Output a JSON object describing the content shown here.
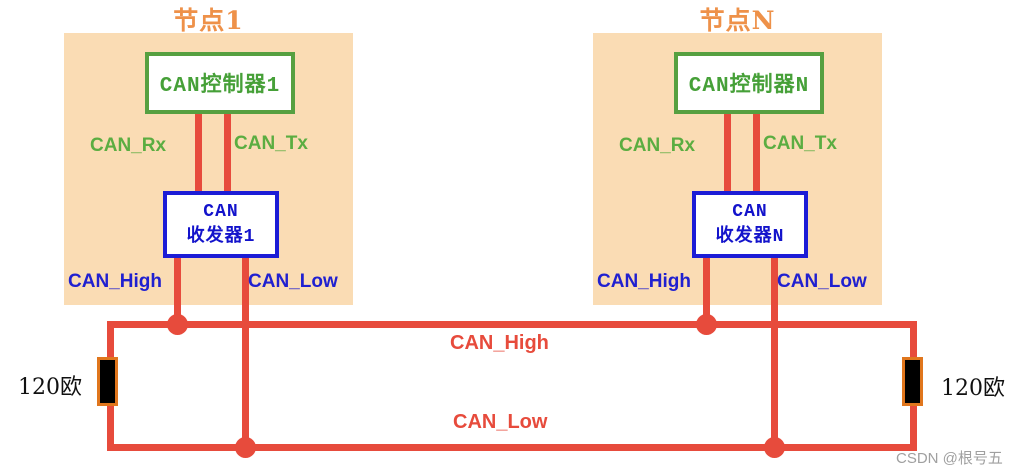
{
  "nodes": [
    {
      "title": "节点1",
      "controller_label": "CAN控制器1",
      "transceiver_line1": "CAN",
      "transceiver_line2": "收发器1",
      "rx_label": "CAN_Rx",
      "tx_label": "CAN_Tx",
      "high_label": "CAN_High",
      "low_label": "CAN_Low"
    },
    {
      "title": "节点N",
      "controller_label": "CAN控制器N",
      "transceiver_line1": "CAN",
      "transceiver_line2": "收发器N",
      "rx_label": "CAN_Rx",
      "tx_label": "CAN_Tx",
      "high_label": "CAN_High",
      "low_label": "CAN_Low"
    }
  ],
  "bus": {
    "high_label": "CAN_High",
    "low_label": "CAN_Low",
    "left_resistor_label": "120欧",
    "right_resistor_label": "120欧"
  },
  "watermark": "CSDN @根号五",
  "colors": {
    "node_bg": "#FADCB4",
    "title_orange": "#EE9149",
    "green": "#56A041",
    "green_text": "#46A038",
    "green_label": "#5BAD41",
    "blue": "#1C1CD6",
    "blue_text": "#1313CB",
    "blue_label": "#2020D0",
    "wire_red": "#E74B3C",
    "resistor_border": "#E0761D",
    "watermark_gray": "#A0A0A0"
  }
}
